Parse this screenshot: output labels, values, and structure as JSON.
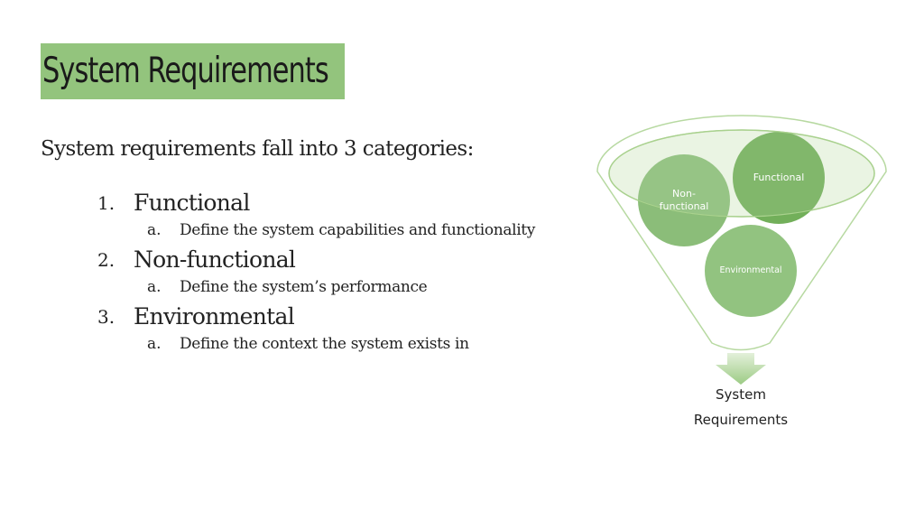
{
  "slide": {
    "title": "System Requirements",
    "intro": "System requirements fall into 3 categories:",
    "categories": [
      {
        "number": "1.",
        "label": "Functional",
        "sub_letter": "a.",
        "sub_text": "Define the system capabilities and functionality"
      },
      {
        "number": "2.",
        "label": "Non-functional",
        "sub_letter": "a.",
        "sub_text": "Define the system’s performance"
      },
      {
        "number": "3.",
        "label": "Environmental",
        "sub_letter": "a.",
        "sub_text": "Define the context the system exists in"
      }
    ]
  },
  "diagram": {
    "circles": {
      "functional": "Functional",
      "non_functional_line1": "Non-",
      "non_functional_line2": "functional",
      "environmental": "Environmental"
    },
    "output_line1": "System",
    "output_line2": "Requirements",
    "colors": {
      "title_band": "#93c47d",
      "circle_fill": "#6aaa4f",
      "funnel_stroke": "#a9d18e",
      "arrow_fill": "#b5d7a0"
    }
  }
}
